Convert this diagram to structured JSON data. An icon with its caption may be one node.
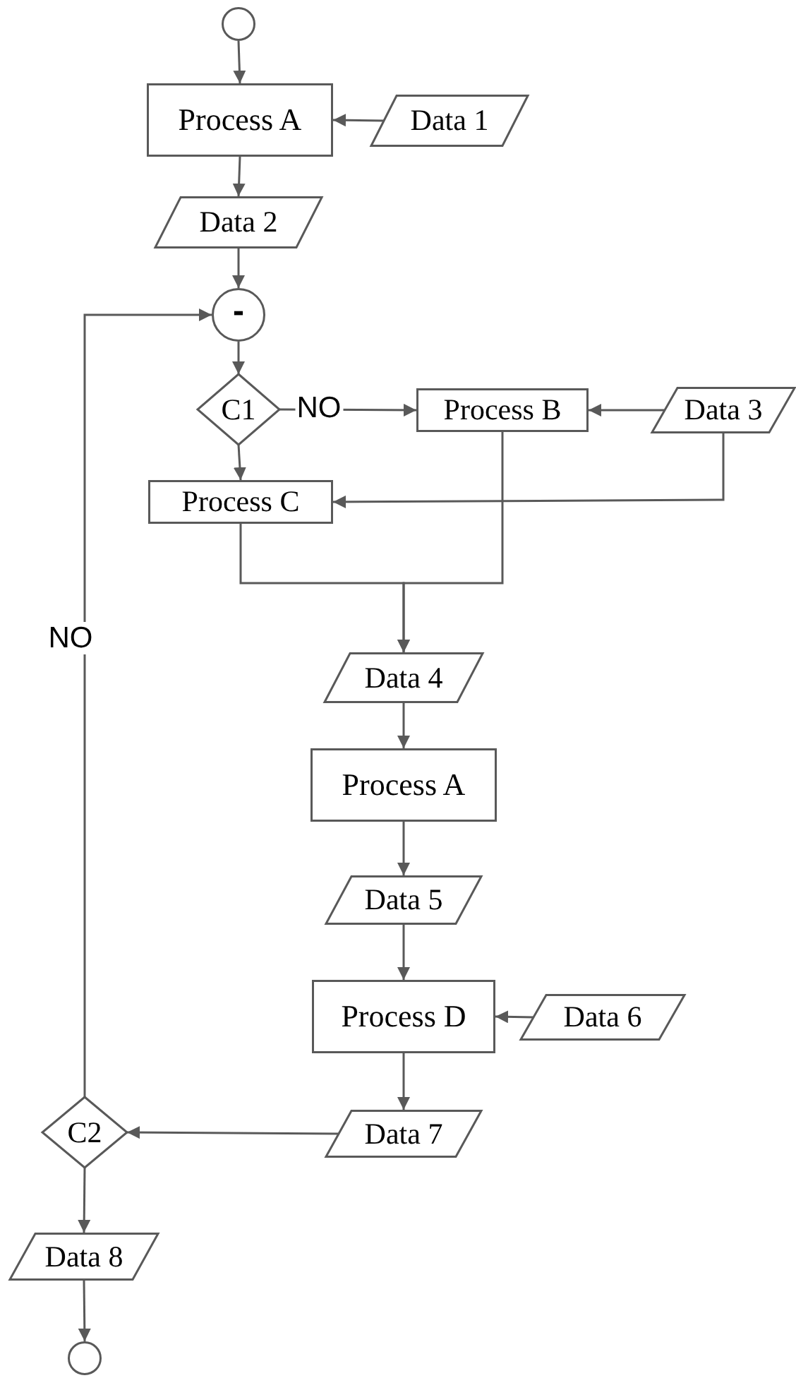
{
  "diagram": {
    "nodes": [
      {
        "text": [],
        "shape": "circle"
      },
      {
        "text": [
          "Process A"
        ]
      },
      {
        "text": [
          "Data 1"
        ]
      },
      {
        "text": [
          "Data 2"
        ]
      },
      {
        "text": [
          "-"
        ]
      },
      {
        "text": [
          "C1"
        ]
      },
      {
        "text": [
          "Process B"
        ]
      },
      {
        "text": [
          "Data 3"
        ]
      },
      {
        "text": [
          "Process C"
        ]
      },
      {
        "text": [
          "Data 4"
        ]
      },
      {
        "text": [
          "Process A"
        ]
      },
      {
        "text": [
          "Data 5"
        ]
      },
      {
        "text": [
          "Process D"
        ]
      },
      {
        "text": [
          "Data 6"
        ]
      },
      {
        "text": [
          "Data 7"
        ]
      },
      {
        "text": [
          "C2"
        ]
      },
      {
        "text": [
          "Data 8"
        ]
      },
      {
        "text": [],
        "shape": "circle"
      }
    ],
    "edges": [
      {
        "from": 0,
        "to": 1,
        "arrow": "to"
      },
      {
        "from": 2,
        "to": 1,
        "arrow": "to"
      },
      {
        "from": 1,
        "to": 3,
        "arrow": "to"
      },
      {
        "from": 3,
        "to": 4,
        "arrow": "to"
      },
      {
        "from": 15,
        "to": 4,
        "arrow": "to",
        "label": "NO"
      },
      {
        "from": 4,
        "to": 5,
        "arrow": "to"
      },
      {
        "from": 5,
        "to": 6,
        "arrow": "to",
        "label": "NO"
      },
      {
        "from": 7,
        "to": 6,
        "arrow": "to"
      },
      {
        "from": 5,
        "to": 8,
        "arrow": "to"
      },
      {
        "from": 7,
        "to": 8,
        "arrow": "to"
      },
      {
        "from": 8,
        "to": 9,
        "arrow": "to"
      },
      {
        "from": 6,
        "to": 9,
        "arrow": "to"
      },
      {
        "from": 9,
        "to": 10,
        "arrow": "to"
      },
      {
        "from": 10,
        "to": 11,
        "arrow": "to"
      },
      {
        "from": 11,
        "to": 12,
        "arrow": "to"
      },
      {
        "from": 13,
        "to": 12,
        "arrow": "to"
      },
      {
        "from": 12,
        "to": 14,
        "arrow": "to"
      },
      {
        "from": 14,
        "to": 15,
        "arrow": "to"
      },
      {
        "from": 15,
        "to": 16,
        "arrow": "to"
      },
      {
        "from": 16,
        "to": 17,
        "arrow": "to"
      }
    ]
  }
}
